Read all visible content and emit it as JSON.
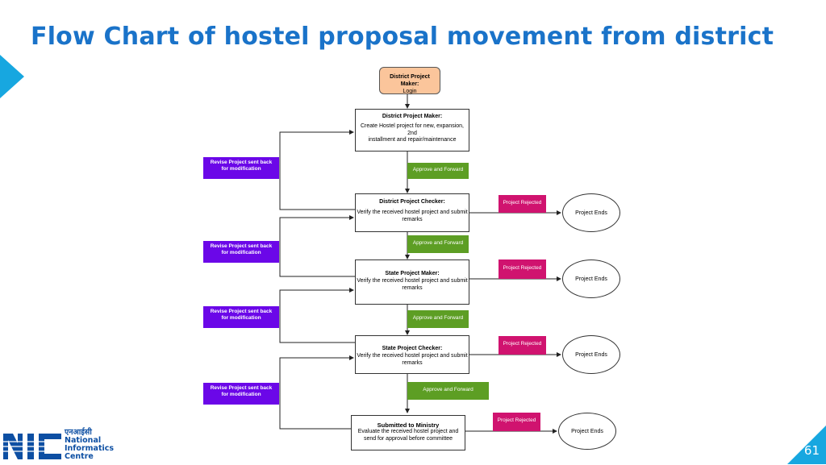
{
  "slide": {
    "title": "Flow Chart of hostel proposal movement from district",
    "page_number": "61"
  },
  "logo": {
    "hindi": "एनआईसी",
    "line1": "National",
    "line2": "Informatics",
    "line3": "Centre"
  },
  "flow": {
    "start": {
      "title": "District Project Maker:",
      "text": "Login"
    },
    "maker": {
      "title": "District Project Maker:",
      "text1": "Create Hostel project for new, expansion,",
      "text2": "2nd",
      "text3": "installment and repair/maintenance"
    },
    "dist_checker": {
      "title": "District Project Checker:",
      "text": "Verify the received hostel project and submit remarks"
    },
    "state_maker": {
      "title": "State Project Maker:",
      "text": "Verify the received hostel project and submit remarks"
    },
    "state_checker": {
      "title": "State Project Checker:",
      "text": "Verify the received hostel project and submit remarks"
    },
    "ministry": {
      "title": "Submitted to Ministry",
      "text": "Evaluate the received hostel project and send for approval before committee"
    },
    "approve_label": "Approve and Forward",
    "reject_label": "Project Rejected",
    "ends_label": "Project Ends",
    "revise_label": "Revise Project sent back for modification"
  },
  "colors": {
    "title": "#1a73c9",
    "accent": "#17a7e0",
    "approve": "#5d9e24",
    "reject": "#d0136f",
    "revise": "#6b07e8",
    "login": "#fbc59b"
  }
}
